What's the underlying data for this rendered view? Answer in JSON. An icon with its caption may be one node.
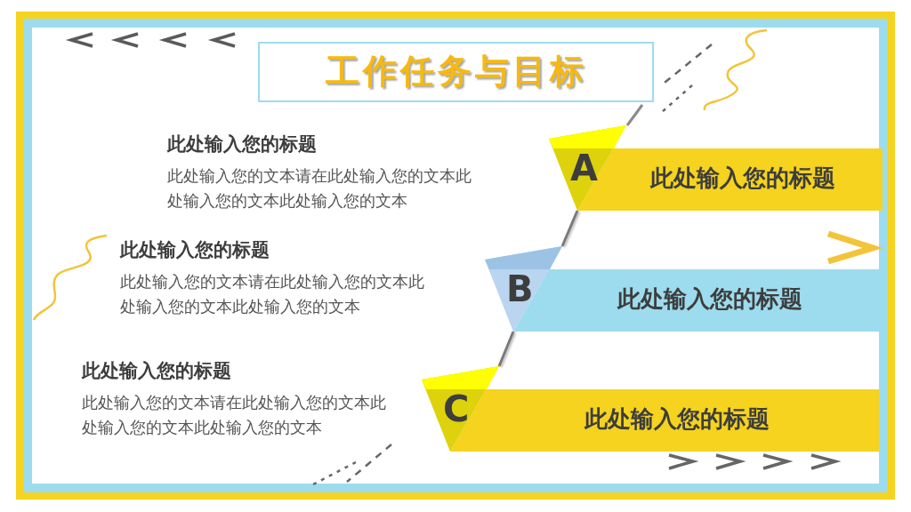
{
  "diagram": {
    "title": "工作任务与目标",
    "nodes": [
      {
        "text": [
          "A",
          "此处输入您的标题"
        ],
        "beside": [
          "此处输入您的标题",
          "此处输入您的文本请在此处输入您的文本此处输入您的文本此处输入您的文本"
        ]
      },
      {
        "text": [
          "B",
          "此处输入您的标题"
        ],
        "beside": [
          "此处输入您的标题",
          "此处输入您的文本请在此处输入您的文本此处输入您的文本此处输入您的文本"
        ]
      },
      {
        "text": [
          "C",
          "此处输入您的标题"
        ],
        "beside": [
          "此处输入您的标题",
          "此处输入您的文本请在此处输入您的文本此处输入您的文本此处输入您的文本"
        ]
      }
    ],
    "edges": [
      {
        "from": 0,
        "to": 1,
        "arrow": "none"
      },
      {
        "from": 1,
        "to": 2,
        "arrow": "none"
      }
    ]
  }
}
